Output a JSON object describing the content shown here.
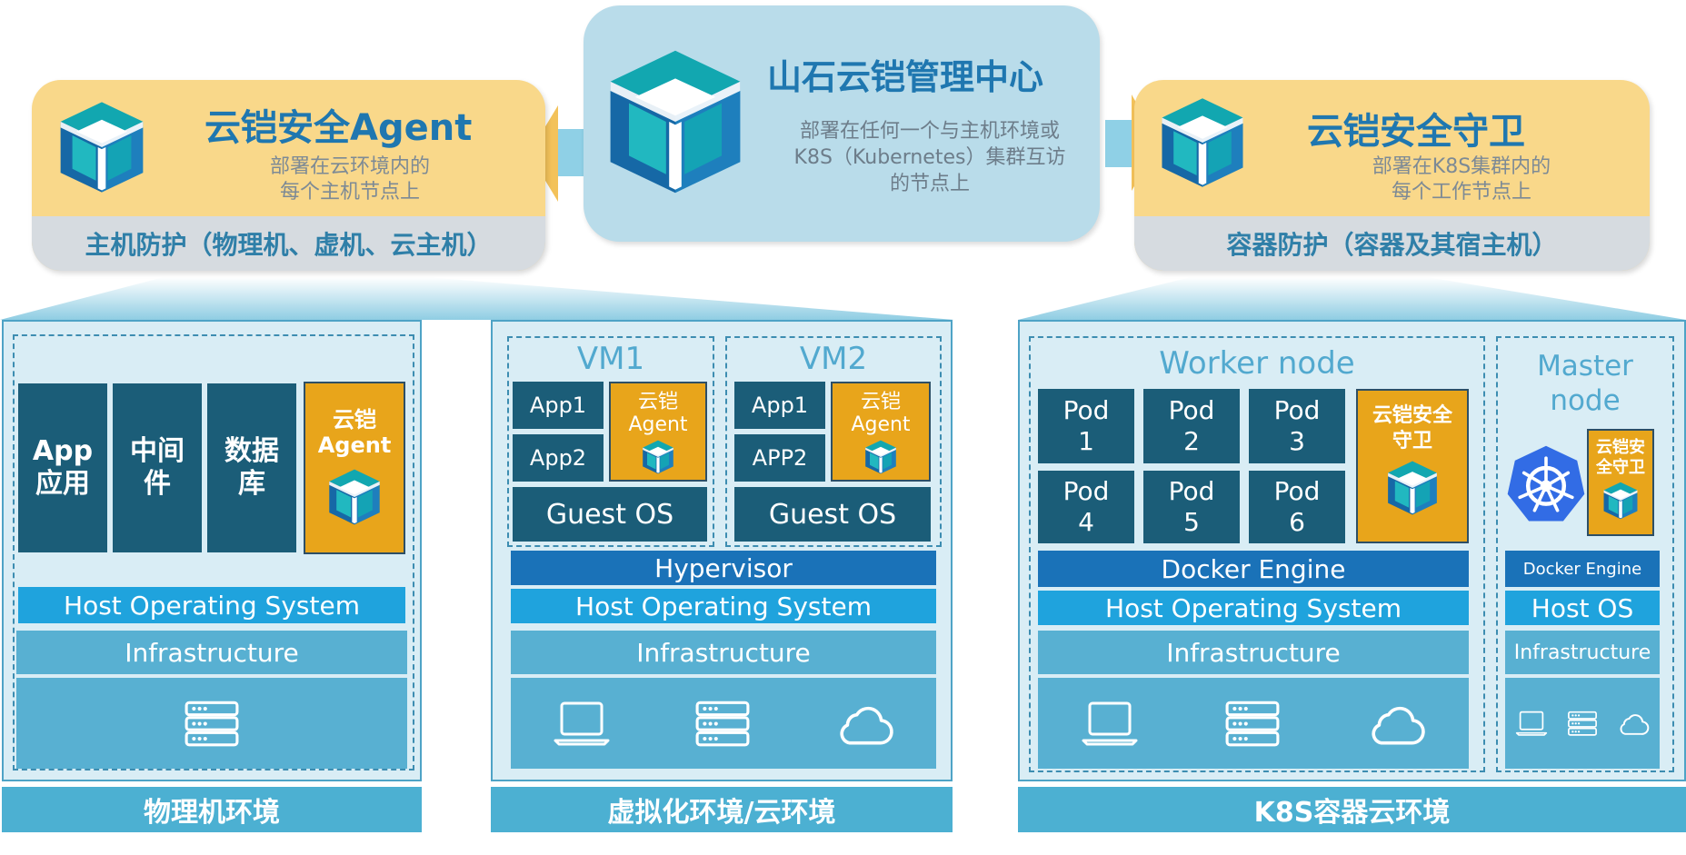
{
  "agent_card": {
    "title": "云铠安全Agent",
    "desc_line1": "部署在云环境内的",
    "desc_line2": "每个主机节点上",
    "strip": "主机防护（物理机、虚机、云主机）"
  },
  "center_card": {
    "title": "山石云铠管理中心",
    "desc_line1": "部署在任何一个与主机环境或",
    "desc_line2": "K8S（Kubernetes）集群互访",
    "desc_line3": "的节点上"
  },
  "guard_card": {
    "title": "云铠安全守卫",
    "desc_line1": "部署在K8S集群内的",
    "desc_line2": "每个工作节点上",
    "strip": "容器防护（容器及其宿主机）"
  },
  "physical": {
    "col1_line1": "App",
    "col1_line2": "应用",
    "col2_line1": "中间",
    "col2_line2": "件",
    "col3_line1": "数据",
    "col3_line2": "库",
    "agent_line1": "云铠",
    "agent_line2": "Agent",
    "host_os": "Host Operating System",
    "infra": "Infrastructure",
    "footer": "物理机环境"
  },
  "virtual": {
    "vm1": {
      "title": "VM1",
      "app1": "App1",
      "app2": "App2",
      "agent_line1": "云铠",
      "agent_line2": "Agent",
      "guest_os": "Guest OS"
    },
    "vm2": {
      "title": "VM2",
      "app1": "App1",
      "app2": "APP2",
      "agent_line1": "云铠",
      "agent_line2": "Agent",
      "guest_os": "Guest OS"
    },
    "hypervisor": "Hypervisor",
    "host_os": "Host Operating System",
    "infra": "Infrastructure",
    "footer": "虚拟化环境/云环境"
  },
  "k8s": {
    "worker_title": "Worker node",
    "pods": [
      {
        "name": "Pod",
        "num": "1"
      },
      {
        "name": "Pod",
        "num": "2"
      },
      {
        "name": "Pod",
        "num": "3"
      },
      {
        "name": "Pod",
        "num": "4"
      },
      {
        "name": "Pod",
        "num": "5"
      },
      {
        "name": "Pod",
        "num": "6"
      }
    ],
    "guard_line1": "云铠安全",
    "guard_line2": "守卫",
    "docker": "Docker Engine",
    "host_os": "Host Operating System",
    "infra": "Infrastructure",
    "master_line1": "Master",
    "master_line2": "node",
    "master_guard_line1": "云铠安",
    "master_guard_line2": "全守卫",
    "master_docker": "Docker Engine",
    "master_host_os": "Host OS",
    "master_infra": "Infrastructure",
    "footer": "K8S容器云环境"
  },
  "icons": {
    "logo": "cube-logo-icon",
    "server": "server-icon",
    "laptop": "laptop-icon",
    "cloud": "cloud-icon",
    "kubernetes": "kubernetes-wheel-icon",
    "arrows": "arrow-icon"
  },
  "colors": {
    "dark_teal": "#1b5d78",
    "orange": "#e8a51b",
    "title_blue": "#1f77b0",
    "bright_blue": "#1fa3dd",
    "mid_blue": "#58b0d2"
  }
}
